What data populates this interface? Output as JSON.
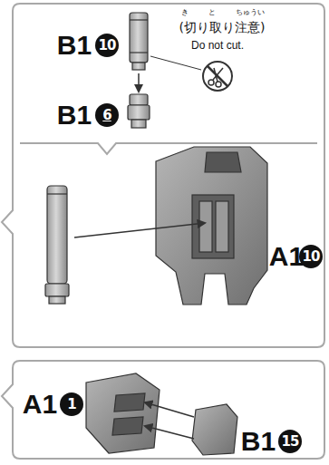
{
  "diagram": {
    "labels": [
      "き",
      "と",
      "ちゅうい",
      "B1",
      "10",
      "(切り取り注意)",
      "Do not cut.",
      "B1",
      "6",
      "A1",
      "10",
      "A1",
      "1",
      "B1",
      "15"
    ]
  }
}
